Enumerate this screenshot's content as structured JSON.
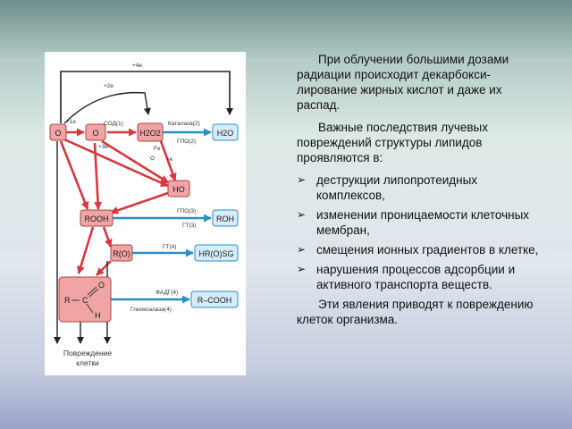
{
  "diagram": {
    "nodes": {
      "o2": "O",
      "o2_radical": "O",
      "h2o2": "H2O2",
      "h2o": "H2O",
      "ho": "HO",
      "rooh": "ROOH",
      "roh": "ROH",
      "ro": "R(O)",
      "hrosg": "HR(O)SG",
      "aldehyde_r": "R",
      "aldehyde_c": "C",
      "aldehyde_o": "O",
      "aldehyde_h": "H",
      "rcooh": "R–COOH"
    },
    "labels": {
      "plus4e": "+4e",
      "plus2e": "+2e",
      "plus1e": "+1e",
      "plus3e": "+3e",
      "sod": "СОД(1)",
      "catalase": "Каталаза(2)",
      "gpo2": "ГПО(2)",
      "fe": "Fe",
      "o2_small": "O",
      "plus_e": "+e",
      "gpo3": "ГПО(3)",
      "gt3": "ГТ(3)",
      "gt4": "ГТ(4)",
      "fadg": "ФАДГ(4)",
      "glyoxalase": "Глиоксалаза(4)",
      "damage_line1": "Повреждение",
      "damage_line2": "клетки"
    },
    "colors": {
      "red": "#d9363e",
      "blue": "#2a8fc4",
      "node_fill": "#f0a4a4",
      "node_stroke": "#a84444"
    }
  },
  "text": {
    "p1": "При облучении большими дозами радиации происходит декарбокси-лирование жирных кислот и даже их распад.",
    "p2": "Важные последствия лучевых повреждений структуры липидов проявляются в:",
    "bullets": [
      "деструкции липопротеидных комплексов,",
      "изменении проницаемости клеточных мембран,",
      "смещения ионных градиентов в клетке,",
      "нарушения процессов адсорбции и активного транспорта веществ."
    ],
    "p3": "Эти явления приводят к повреждению клеток организма."
  }
}
